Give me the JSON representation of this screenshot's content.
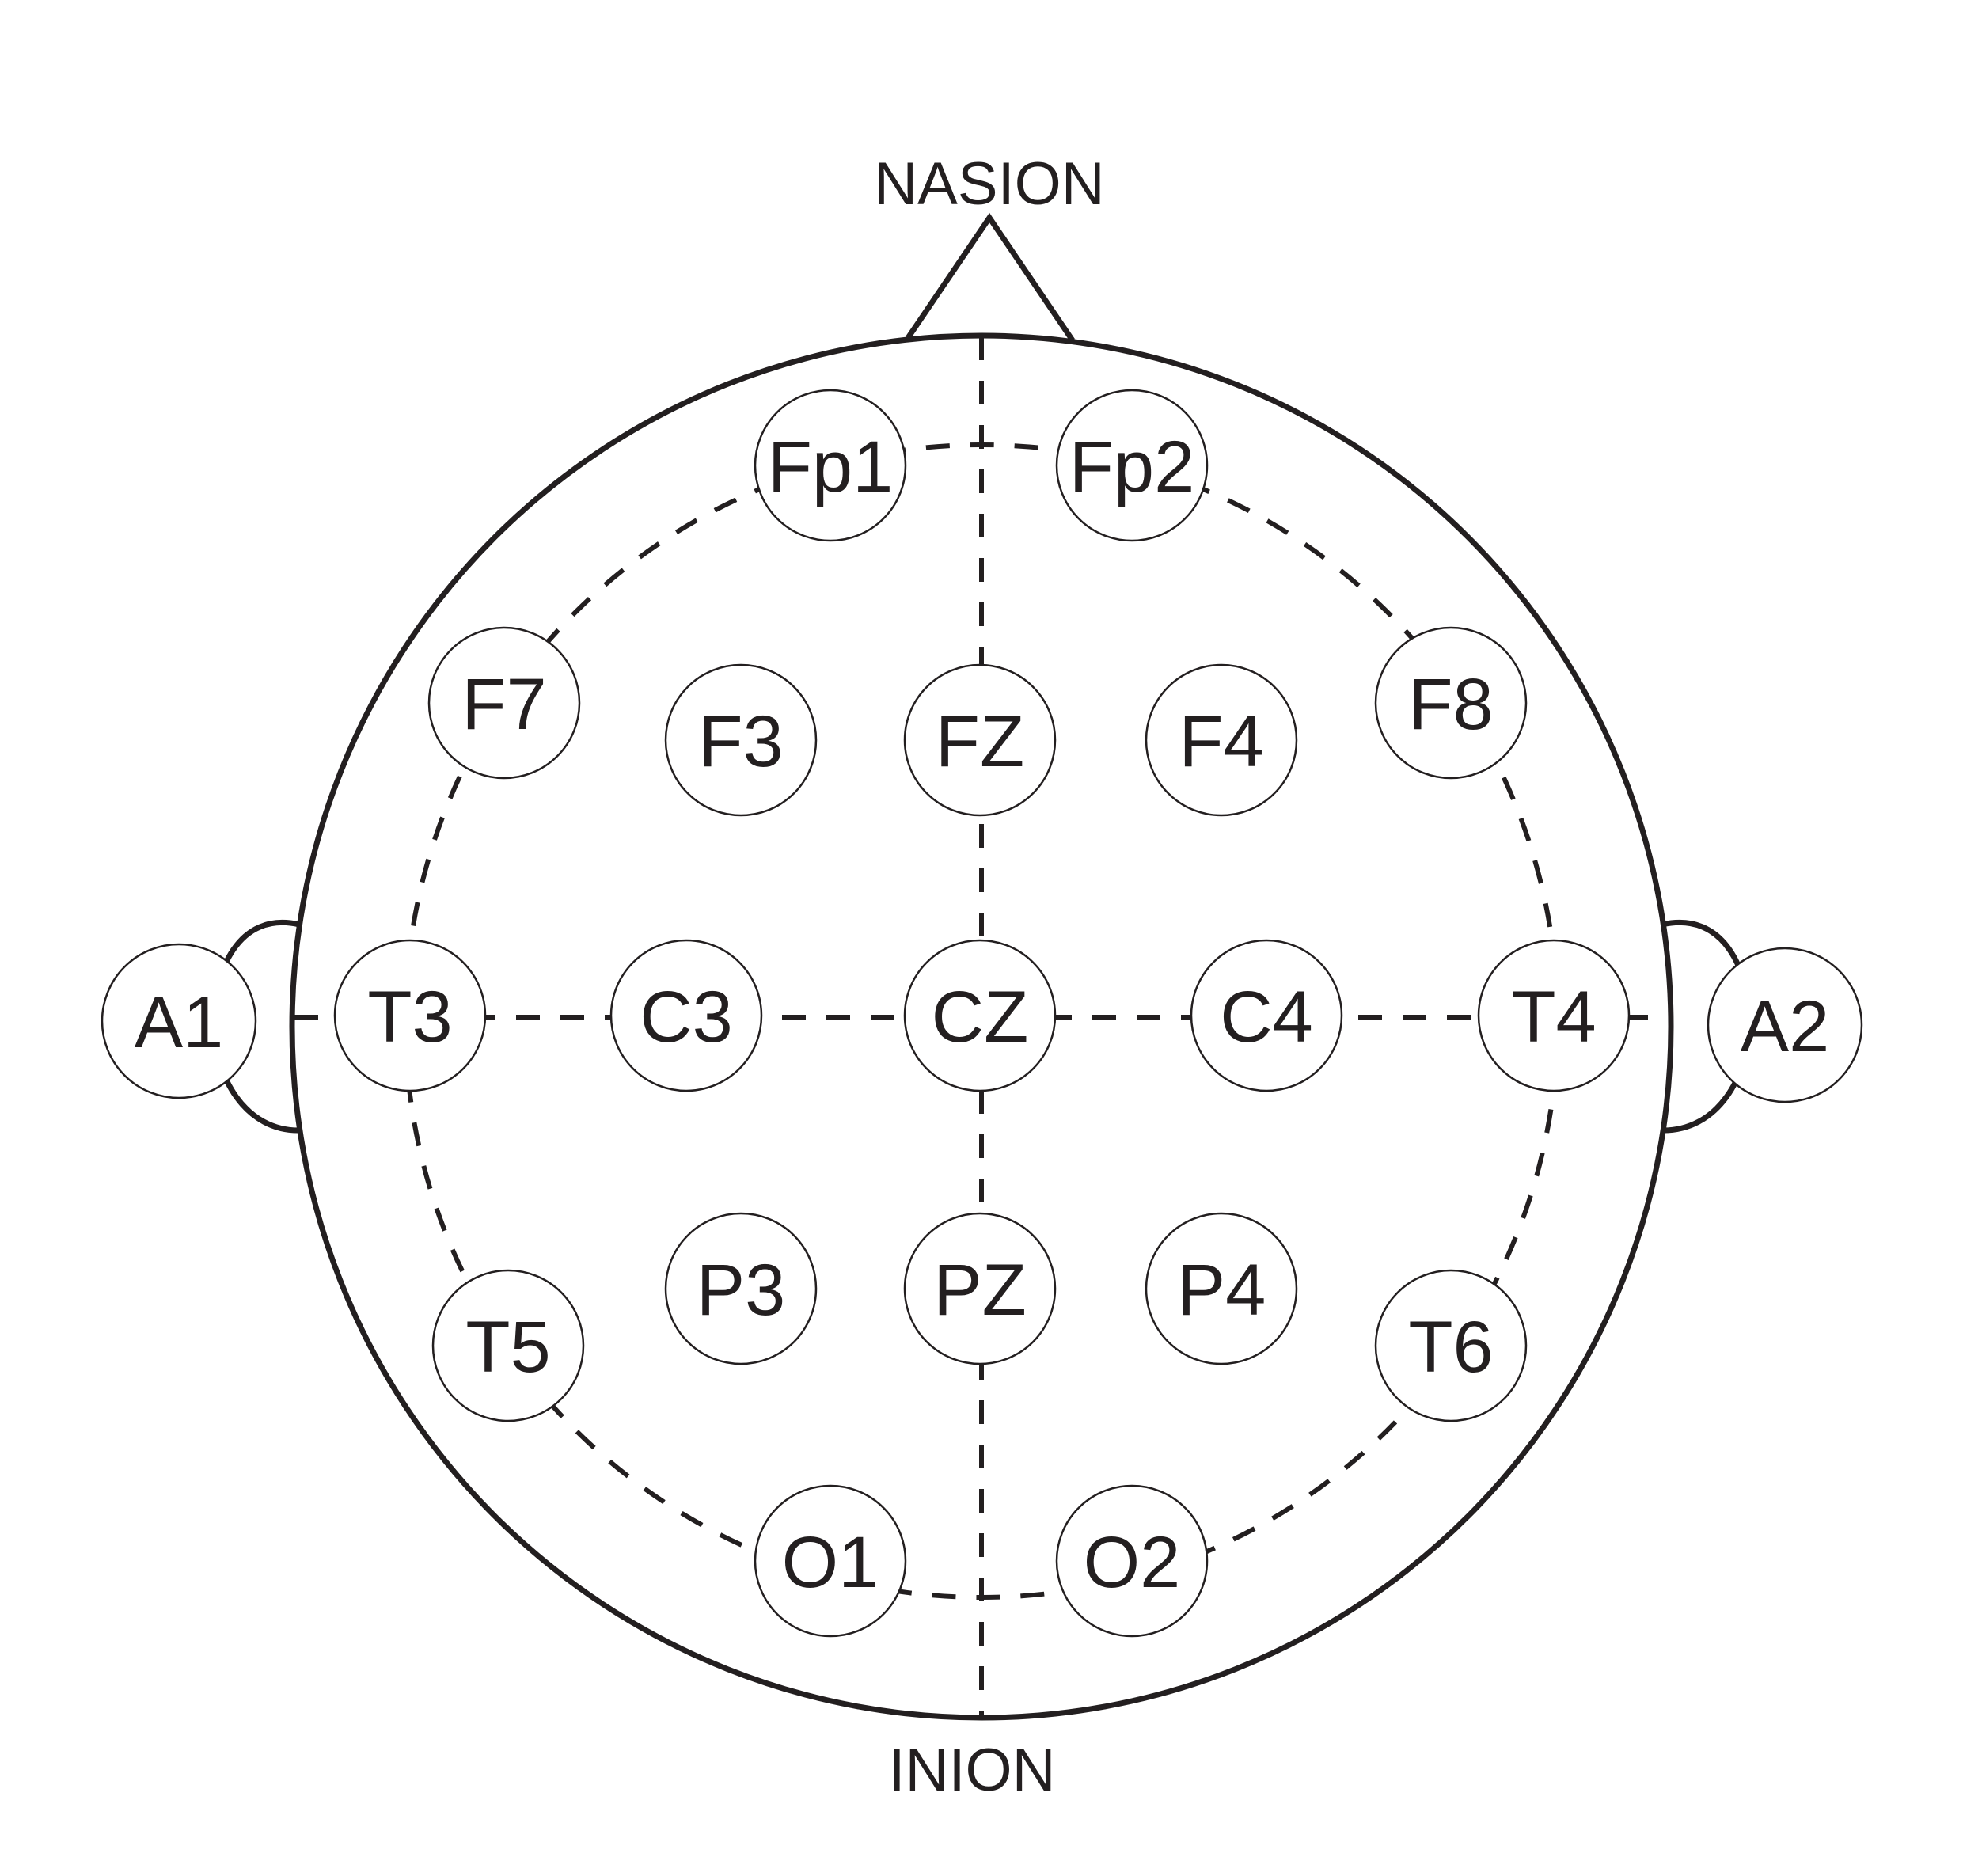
{
  "landmarks": {
    "nasion": "NASION",
    "inion": "INION"
  },
  "electrodes": [
    {
      "id": "fp1",
      "label": "Fp1"
    },
    {
      "id": "fp2",
      "label": "Fp2"
    },
    {
      "id": "f7",
      "label": "F7"
    },
    {
      "id": "f3",
      "label": "F3"
    },
    {
      "id": "fz",
      "label": "FZ"
    },
    {
      "id": "f4",
      "label": "F4"
    },
    {
      "id": "f8",
      "label": "F8"
    },
    {
      "id": "a1",
      "label": "A1"
    },
    {
      "id": "t3",
      "label": "T3"
    },
    {
      "id": "c3",
      "label": "C3"
    },
    {
      "id": "cz",
      "label": "CZ"
    },
    {
      "id": "c4",
      "label": "C4"
    },
    {
      "id": "t4",
      "label": "T4"
    },
    {
      "id": "a2",
      "label": "A2"
    },
    {
      "id": "t5",
      "label": "T5"
    },
    {
      "id": "p3",
      "label": "P3"
    },
    {
      "id": "pz",
      "label": "PZ"
    },
    {
      "id": "p4",
      "label": "P4"
    },
    {
      "id": "t6",
      "label": "T6"
    },
    {
      "id": "o1",
      "label": "O1"
    },
    {
      "id": "o2",
      "label": "O2"
    }
  ],
  "colors": {
    "stroke": "#231f20",
    "background": "#ffffff"
  }
}
